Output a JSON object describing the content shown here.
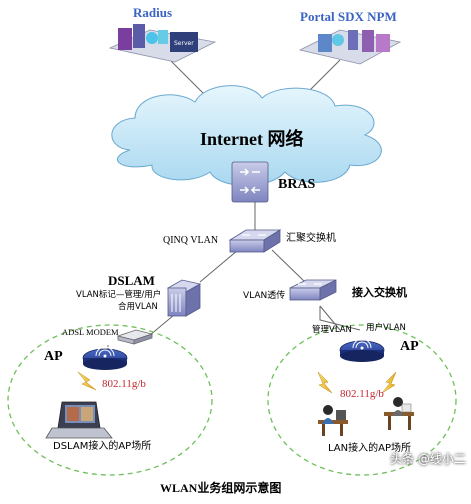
{
  "top": {
    "radius_label": "Radius",
    "portal_label": "Portal  SDX  NPM",
    "server_tag": "Server"
  },
  "cloud": {
    "label": "Internet 网络"
  },
  "bras": {
    "label": "BRAS"
  },
  "aggregation": {
    "qinq_label": "QINQ VLAN",
    "switch_label": "汇聚交换机"
  },
  "dslam": {
    "title": "DSLAM",
    "desc_line1": "VLAN标记—管理/用户",
    "desc_line2": "合用VLAN",
    "modem_label": "ADSL MODEM"
  },
  "access": {
    "vlan_transparent": "VLAN透传",
    "switch_label": "接入交换机",
    "mgmt_vlan": "管理VLAN",
    "user_vlan": "用户VLAN"
  },
  "left_site": {
    "ap_label": "AP",
    "wifi_std": "802.11g/b",
    "caption": "DSLAM接入的AP场所"
  },
  "right_site": {
    "ap_label": "AP",
    "wifi_std": "802.11g/b",
    "caption": "LAN接入的AP场所"
  },
  "figure_caption": "WLAN业务组网示意图",
  "watermark": "头条 @线小二",
  "colors": {
    "accent_blue": "#3b63c4",
    "wifi_red": "#c0282f",
    "ellipse_green": "#6fbf5a",
    "cloud_blue": "#bfe3f5"
  }
}
